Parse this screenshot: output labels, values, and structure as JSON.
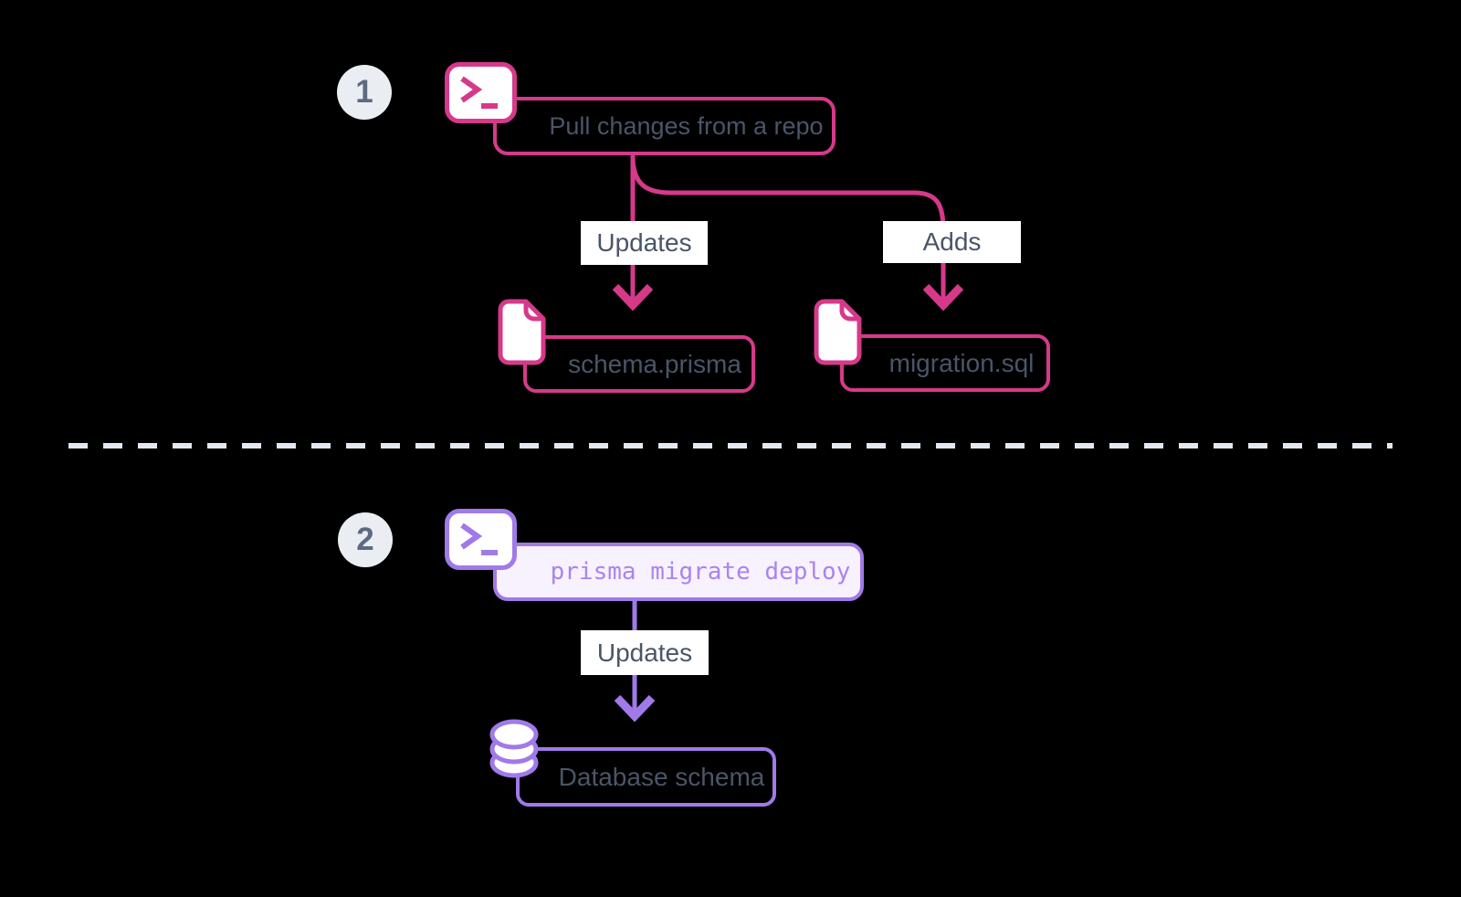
{
  "colors": {
    "background": "#000000",
    "pink": "#D6398A",
    "slate-text": "#4A5568",
    "purple": "#A07AE8",
    "purple-text": "#A885F0",
    "purple-fill": "#F8F1FE",
    "step-bg": "#EAEEF3",
    "step-text": "#5C6B80",
    "divider": "#E2E8F0",
    "label-bg": "#FFFFFF",
    "node-fill": "#FFFFFF"
  },
  "step1": {
    "number": "1",
    "command_icon": "terminal-icon",
    "command_label": "Pull changes from a repo",
    "edges": [
      {
        "label": "Updates",
        "target": "schema.prisma",
        "target_icon": "file-icon"
      },
      {
        "label": "Adds",
        "target": "migration.sql",
        "target_icon": "file-icon"
      }
    ]
  },
  "step2": {
    "number": "2",
    "command_icon": "terminal-icon",
    "command_label": "prisma migrate deploy",
    "edges": [
      {
        "label": "Updates",
        "target": "Database schema",
        "target_icon": "database-icon"
      }
    ]
  }
}
